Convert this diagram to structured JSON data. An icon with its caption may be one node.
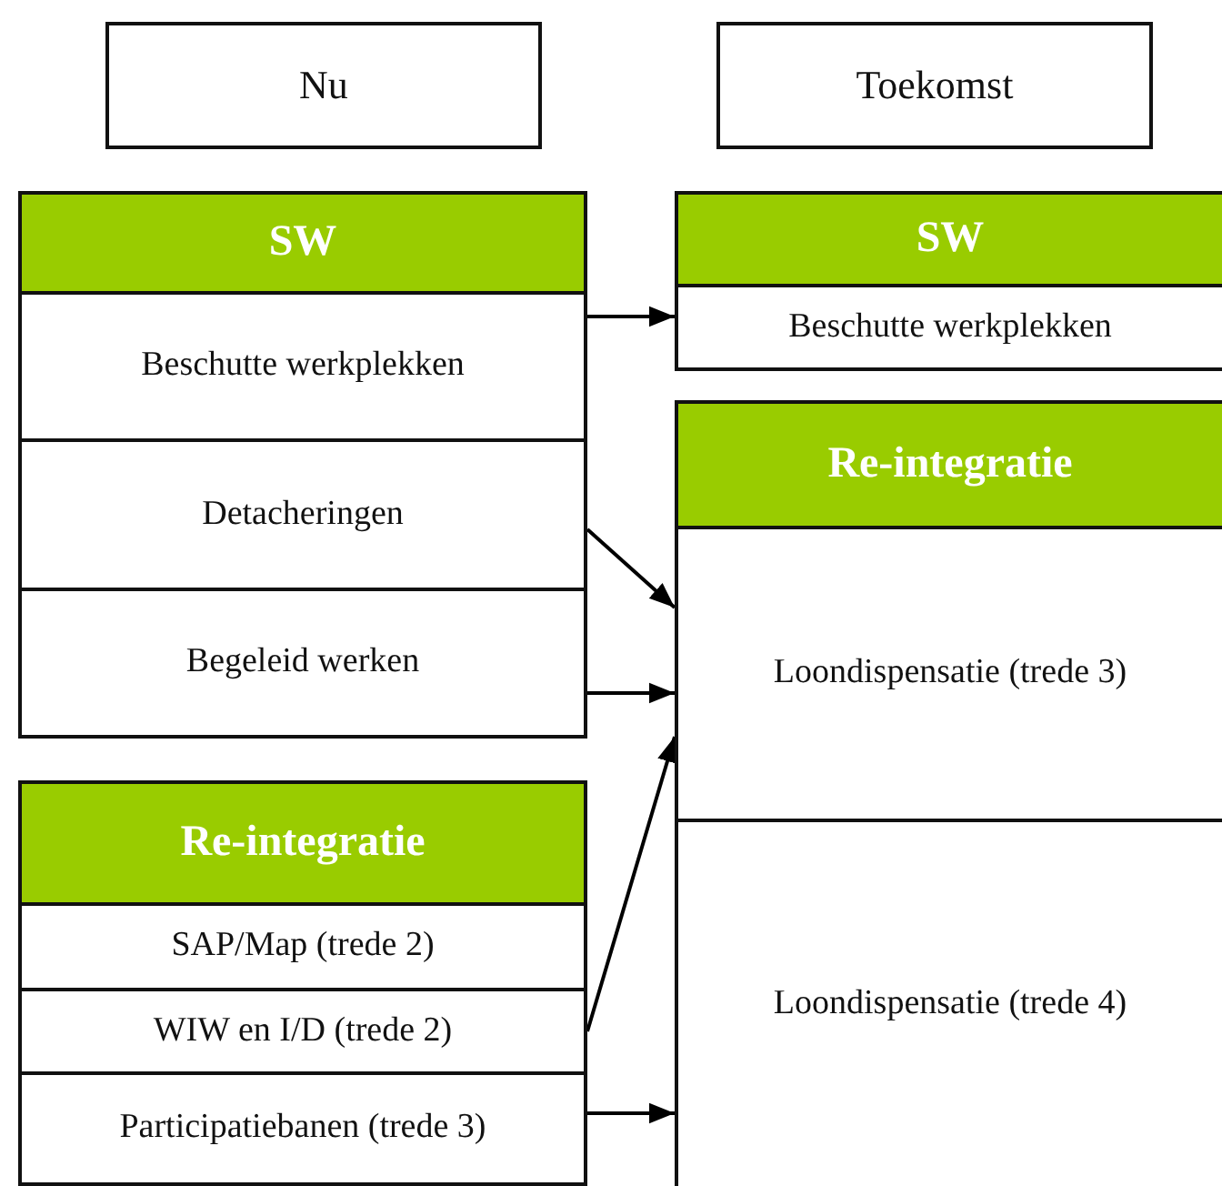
{
  "diagram": {
    "nodes": [
      {
        "text": [
          "Nu"
        ]
      },
      {
        "text": [
          "Toekomst"
        ]
      },
      {
        "text": [
          "SW"
        ]
      },
      {
        "text": [
          "Beschutte werkplekken"
        ]
      },
      {
        "text": [
          "Detacheringen"
        ]
      },
      {
        "text": [
          "Begeleid werken"
        ]
      },
      {
        "text": [
          "Re-integratie"
        ]
      },
      {
        "text": [
          "SAP/Map (trede 2)"
        ]
      },
      {
        "text": [
          "WIW en I/D (trede 2)"
        ]
      },
      {
        "text": [
          "Participatiebanen (trede 3)"
        ]
      },
      {
        "text": [
          "SW"
        ]
      },
      {
        "text": [
          "Beschutte werkplekken"
        ]
      },
      {
        "text": [
          "Re-integratie"
        ]
      },
      {
        "text": [
          "Loondispensatie (trede 3)"
        ]
      },
      {
        "text": [
          "Loondispensatie (trede 4)"
        ]
      }
    ],
    "edges": [
      {
        "from": 3,
        "to": 11,
        "arrow": "to"
      },
      {
        "from": 4,
        "to": 13,
        "arrow": "to"
      },
      {
        "from": 5,
        "to": 13,
        "arrow": "to"
      },
      {
        "from": 8,
        "to": 13,
        "arrow": "to"
      },
      {
        "from": 9,
        "to": 14,
        "arrow": "to"
      }
    ]
  }
}
